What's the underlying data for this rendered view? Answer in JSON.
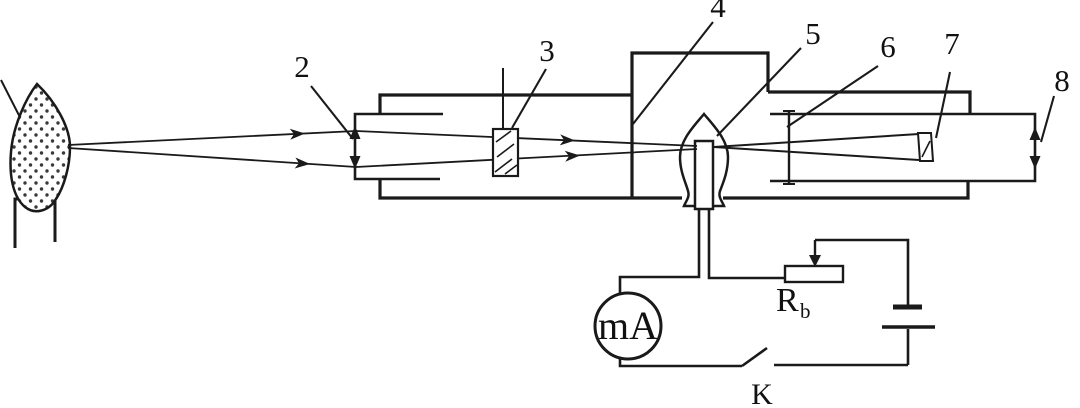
{
  "figure": {
    "type": "optical-bench-with-photodetector-circuit",
    "labels": {
      "lens": "2",
      "filter": "3",
      "housing": "4",
      "receiver": "5",
      "window": "6",
      "cone": "7",
      "exit": "8"
    },
    "circuit": {
      "meter": "mA",
      "rheostat": "R",
      "rheostat_sub": "b",
      "switch": "K"
    },
    "colors": {
      "line": "#1a1a1a",
      "background": "#ffffff"
    }
  }
}
